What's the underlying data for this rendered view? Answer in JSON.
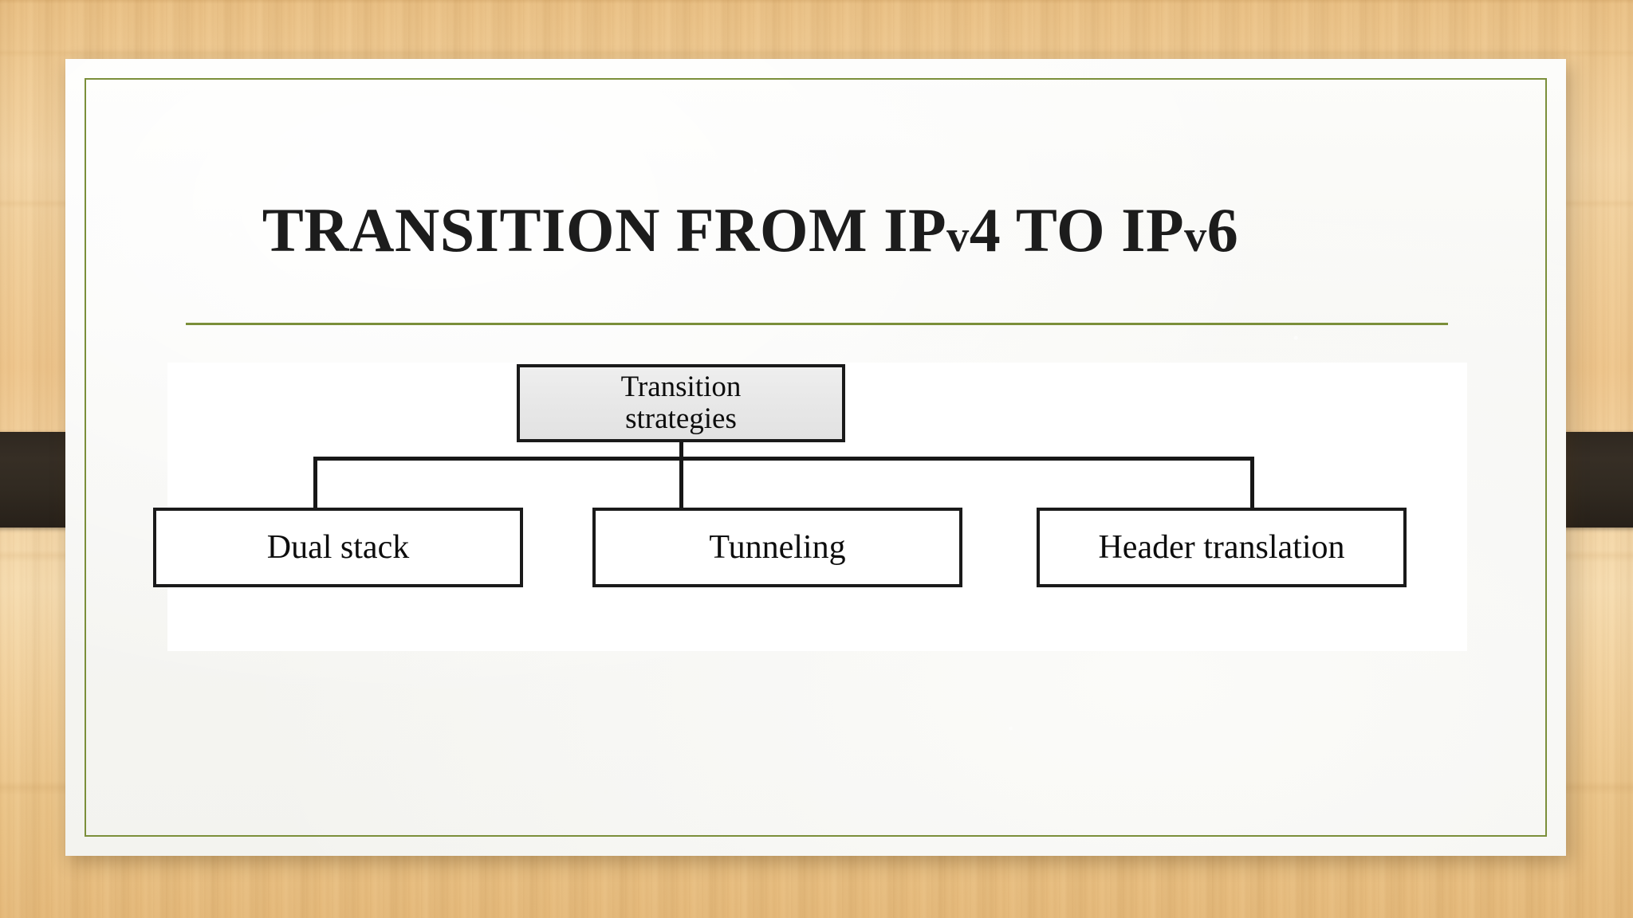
{
  "slide": {
    "title_parts": [
      {
        "text": "TRANSITION FROM IP",
        "style": "caps"
      },
      {
        "text": "v",
        "style": "small"
      },
      {
        "text": "4 TO IP",
        "style": "caps"
      },
      {
        "text": "v",
        "style": "small"
      },
      {
        "text": "6",
        "style": "caps"
      }
    ],
    "title_plain": "TRANSITION FROM IPv4 TO IPv6",
    "title_seg_1": "TRANSITION FROM IP",
    "title_seg_2": "v",
    "title_seg_3": "4 TO IP",
    "title_seg_4": "v",
    "title_seg_5": "6",
    "accent_color": "#7b8f3a",
    "background_color": "#f0cd98",
    "card_color": "#f8f8f5",
    "bar_color": "#322b22"
  },
  "diagram": {
    "type": "hierarchy",
    "root": {
      "label_line_1": "Transition",
      "label_line_2": "strategies",
      "fill": "#e7e7e7",
      "border": "#1a1a1a"
    },
    "children": [
      {
        "label": "Dual stack",
        "fill": "#ffffff",
        "border": "#1a1a1a"
      },
      {
        "label": "Tunneling",
        "fill": "#ffffff",
        "border": "#1a1a1a"
      },
      {
        "label": "Header translation",
        "fill": "#ffffff",
        "border": "#1a1a1a"
      }
    ]
  }
}
